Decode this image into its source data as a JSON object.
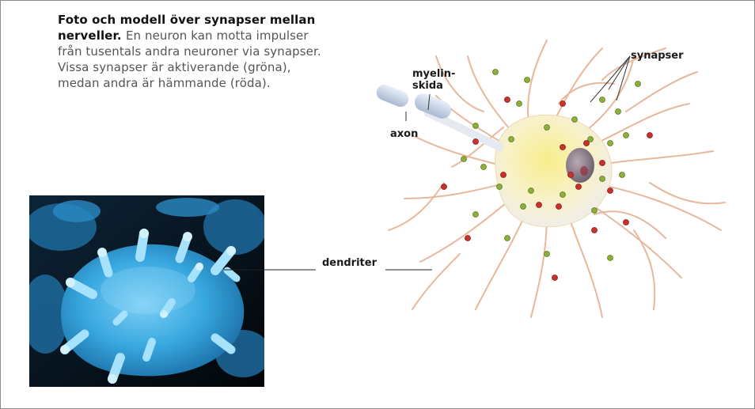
{
  "caption": {
    "title_bold": "Foto och modell över synapser mellan nerveller.",
    "text": "En neuron kan motta impulser från tusentals andra neuroner via synapser. Vissa synapser är aktiverande (gröna), medan andra är hämmande (röda)."
  },
  "labels": {
    "dendriter": "dendriter",
    "myelin_line1": "myelin-",
    "myelin_line2": "skida",
    "axon": "axon",
    "synapser": "synapser"
  },
  "colors": {
    "excitatory": "#8cae3a",
    "inhibitory": "#c8322c",
    "photo_cell": "#3fb3e8",
    "dendrite_stroke": "#e7b89a",
    "soma": "#f6e89c"
  }
}
